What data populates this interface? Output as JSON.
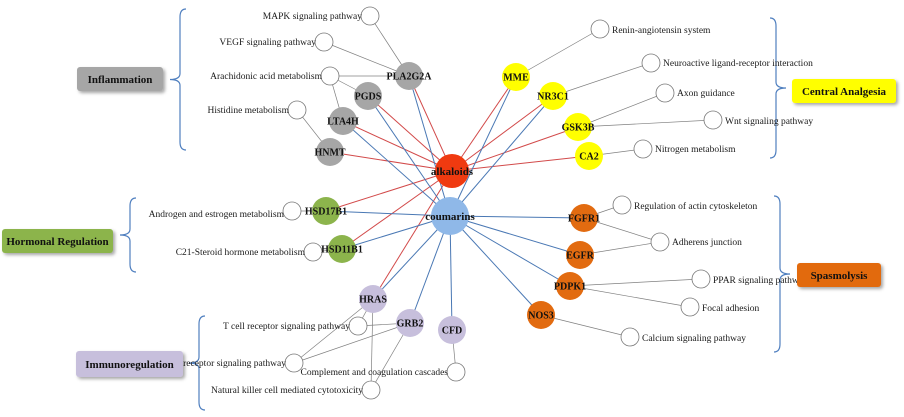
{
  "colors": {
    "gray": "#a6a6a6",
    "yellow": "#ffff00",
    "green": "#8cb44c",
    "orange": "#e26b10",
    "lilac": "#c7bfdc",
    "alkaloid": "#f03a10",
    "coumarin": "#8fb8e8",
    "red_edge": "#d24a4a",
    "blue_edge": "#4a78b4"
  },
  "categories": [
    {
      "id": "inflammation",
      "label": "Inflammation",
      "color": "#a6a6a6"
    },
    {
      "id": "central",
      "label": "Central Analgesia",
      "color": "#ffff00"
    },
    {
      "id": "hormonal",
      "label": "Hormonal Regulation",
      "color": "#8cb44c"
    },
    {
      "id": "spasm",
      "label": "Spasmolysis",
      "color": "#e26b10"
    },
    {
      "id": "immuno",
      "label": "Immunoregulation",
      "color": "#c7bfdc"
    }
  ],
  "compounds": [
    {
      "id": "alkaloids",
      "label": "alkaloids"
    },
    {
      "id": "coumarins",
      "label": "coumarins"
    }
  ],
  "targets": [
    {
      "id": "PLA2G2A",
      "label": "PLA2G2A",
      "category": "inflammation"
    },
    {
      "id": "PGDS",
      "label": "PGDS",
      "category": "inflammation"
    },
    {
      "id": "LTA4H",
      "label": "LTA4H",
      "category": "inflammation"
    },
    {
      "id": "HNMT",
      "label": "HNMT",
      "category": "inflammation"
    },
    {
      "id": "MME",
      "label": "MME",
      "category": "central"
    },
    {
      "id": "NR3C1",
      "label": "NR3C1",
      "category": "central"
    },
    {
      "id": "GSK3B",
      "label": "GSK3B",
      "category": "central"
    },
    {
      "id": "CA2",
      "label": "CA2",
      "category": "central"
    },
    {
      "id": "HSD17B1",
      "label": "HSD17B1",
      "category": "hormonal"
    },
    {
      "id": "HSD11B1",
      "label": "HSD11B1",
      "category": "hormonal"
    },
    {
      "id": "FGFR1",
      "label": "FGFR1",
      "category": "spasm"
    },
    {
      "id": "EGFR",
      "label": "EGFR",
      "category": "spasm"
    },
    {
      "id": "PDPK1",
      "label": "PDPK1",
      "category": "spasm"
    },
    {
      "id": "NOS3",
      "label": "NOS3",
      "category": "spasm"
    },
    {
      "id": "HRAS",
      "label": "HRAS",
      "category": "immuno"
    },
    {
      "id": "GRB2",
      "label": "GRB2",
      "category": "immuno"
    },
    {
      "id": "CFD",
      "label": "CFD",
      "category": "immuno"
    }
  ],
  "pathways": [
    {
      "id": "mapk",
      "label": "MAPK signaling pathway"
    },
    {
      "id": "vegf",
      "label": "VEGF signaling pathway"
    },
    {
      "id": "arach",
      "label": "Arachidonic acid metabolism"
    },
    {
      "id": "histidine",
      "label": "Histidine metabolism"
    },
    {
      "id": "renin",
      "label": "Renin-angiotensin system"
    },
    {
      "id": "neuro",
      "label": "Neuroactive ligand-receptor interaction"
    },
    {
      "id": "axon",
      "label": "Axon guidance"
    },
    {
      "id": "wnt",
      "label": "Wnt signaling pathway"
    },
    {
      "id": "nitrogen",
      "label": "Nitrogen metabolism"
    },
    {
      "id": "androgen",
      "label": "Androgen and estrogen metabolism"
    },
    {
      "id": "c21",
      "label": "C21-Steroid hormone metabolism"
    },
    {
      "id": "actin",
      "label": "Regulation of actin cytoskeleton"
    },
    {
      "id": "adherens",
      "label": "Adherens junction"
    },
    {
      "id": "ppar",
      "label": "PPAR signaling pathway"
    },
    {
      "id": "focal",
      "label": "Focal adhesion"
    },
    {
      "id": "calcium",
      "label": "Calcium signaling pathway"
    },
    {
      "id": "tcell",
      "label": "T cell receptor signaling pathway"
    },
    {
      "id": "bcell",
      "label": "B cell receptor signaling pathway"
    },
    {
      "id": "nk",
      "label": "Natural killer cell mediated cytotoxicity"
    },
    {
      "id": "complement",
      "label": "Complement and coagulation cascades"
    }
  ],
  "edges": [
    {
      "from": "alkaloids",
      "to": "PLA2G2A"
    },
    {
      "from": "alkaloids",
      "to": "PGDS"
    },
    {
      "from": "alkaloids",
      "to": "LTA4H"
    },
    {
      "from": "alkaloids",
      "to": "HNMT"
    },
    {
      "from": "alkaloids",
      "to": "MME"
    },
    {
      "from": "alkaloids",
      "to": "NR3C1"
    },
    {
      "from": "alkaloids",
      "to": "GSK3B"
    },
    {
      "from": "alkaloids",
      "to": "CA2"
    },
    {
      "from": "alkaloids",
      "to": "HSD17B1"
    },
    {
      "from": "alkaloids",
      "to": "HSD11B1"
    },
    {
      "from": "alkaloids",
      "to": "HRAS"
    },
    {
      "from": "coumarins",
      "to": "PLA2G2A"
    },
    {
      "from": "coumarins",
      "to": "PGDS"
    },
    {
      "from": "coumarins",
      "to": "LTA4H"
    },
    {
      "from": "coumarins",
      "to": "MME"
    },
    {
      "from": "coumarins",
      "to": "NR3C1"
    },
    {
      "from": "coumarins",
      "to": "HSD17B1"
    },
    {
      "from": "coumarins",
      "to": "HSD11B1"
    },
    {
      "from": "coumarins",
      "to": "FGFR1"
    },
    {
      "from": "coumarins",
      "to": "EGFR"
    },
    {
      "from": "coumarins",
      "to": "PDPK1"
    },
    {
      "from": "coumarins",
      "to": "NOS3"
    },
    {
      "from": "coumarins",
      "to": "HRAS"
    },
    {
      "from": "coumarins",
      "to": "GRB2"
    },
    {
      "from": "coumarins",
      "to": "CFD"
    },
    {
      "from": "PLA2G2A",
      "to": "mapk"
    },
    {
      "from": "PLA2G2A",
      "to": "vegf"
    },
    {
      "from": "PLA2G2A",
      "to": "arach"
    },
    {
      "from": "PGDS",
      "to": "arach"
    },
    {
      "from": "LTA4H",
      "to": "arach"
    },
    {
      "from": "HNMT",
      "to": "histidine"
    },
    {
      "from": "MME",
      "to": "renin"
    },
    {
      "from": "NR3C1",
      "to": "neuro"
    },
    {
      "from": "GSK3B",
      "to": "axon"
    },
    {
      "from": "GSK3B",
      "to": "wnt"
    },
    {
      "from": "CA2",
      "to": "nitrogen"
    },
    {
      "from": "HSD17B1",
      "to": "androgen"
    },
    {
      "from": "HSD11B1",
      "to": "c21"
    },
    {
      "from": "FGFR1",
      "to": "actin"
    },
    {
      "from": "FGFR1",
      "to": "adherens"
    },
    {
      "from": "EGFR",
      "to": "adherens"
    },
    {
      "from": "PDPK1",
      "to": "ppar"
    },
    {
      "from": "PDPK1",
      "to": "focal"
    },
    {
      "from": "NOS3",
      "to": "calcium"
    },
    {
      "from": "HRAS",
      "to": "tcell"
    },
    {
      "from": "HRAS",
      "to": "bcell"
    },
    {
      "from": "HRAS",
      "to": "nk"
    },
    {
      "from": "GRB2",
      "to": "tcell"
    },
    {
      "from": "GRB2",
      "to": "bcell"
    },
    {
      "from": "GRB2",
      "to": "nk"
    },
    {
      "from": "CFD",
      "to": "complement"
    }
  ]
}
